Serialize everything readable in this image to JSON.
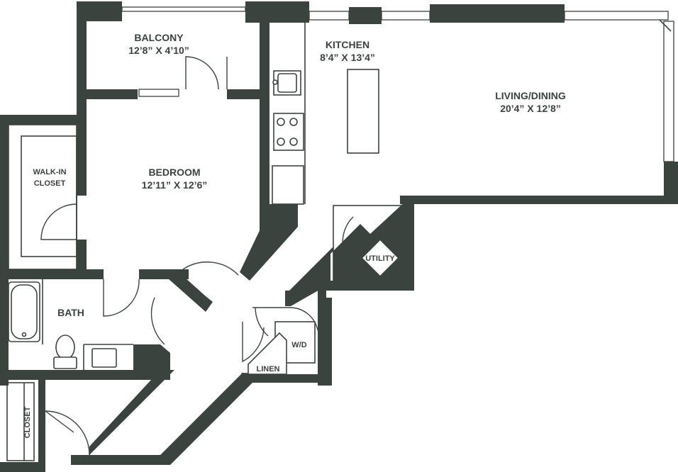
{
  "rooms": {
    "balcony": {
      "name": "BALCONY",
      "dims": "12’8” X 4’10”"
    },
    "kitchen": {
      "name": "KITCHEN",
      "dims": "8’4” X 13’4”"
    },
    "living": {
      "name": "LIVING/DINING",
      "dims": "20’4” X 12’8”"
    },
    "bedroom": {
      "name": "BEDROOM",
      "dims": "12’11” X 12’6”"
    },
    "walkin": {
      "line1": "WALK-IN",
      "line2": "CLOSET"
    },
    "bath": {
      "name": "BATH"
    },
    "utility": {
      "name": "UTILITY"
    },
    "wd": {
      "name": "W/D"
    },
    "linen": {
      "name": "LINEN"
    },
    "closet": {
      "name": "CLOSET"
    }
  },
  "colors": {
    "wall": "#3b433e",
    "background": "#ffffff"
  }
}
